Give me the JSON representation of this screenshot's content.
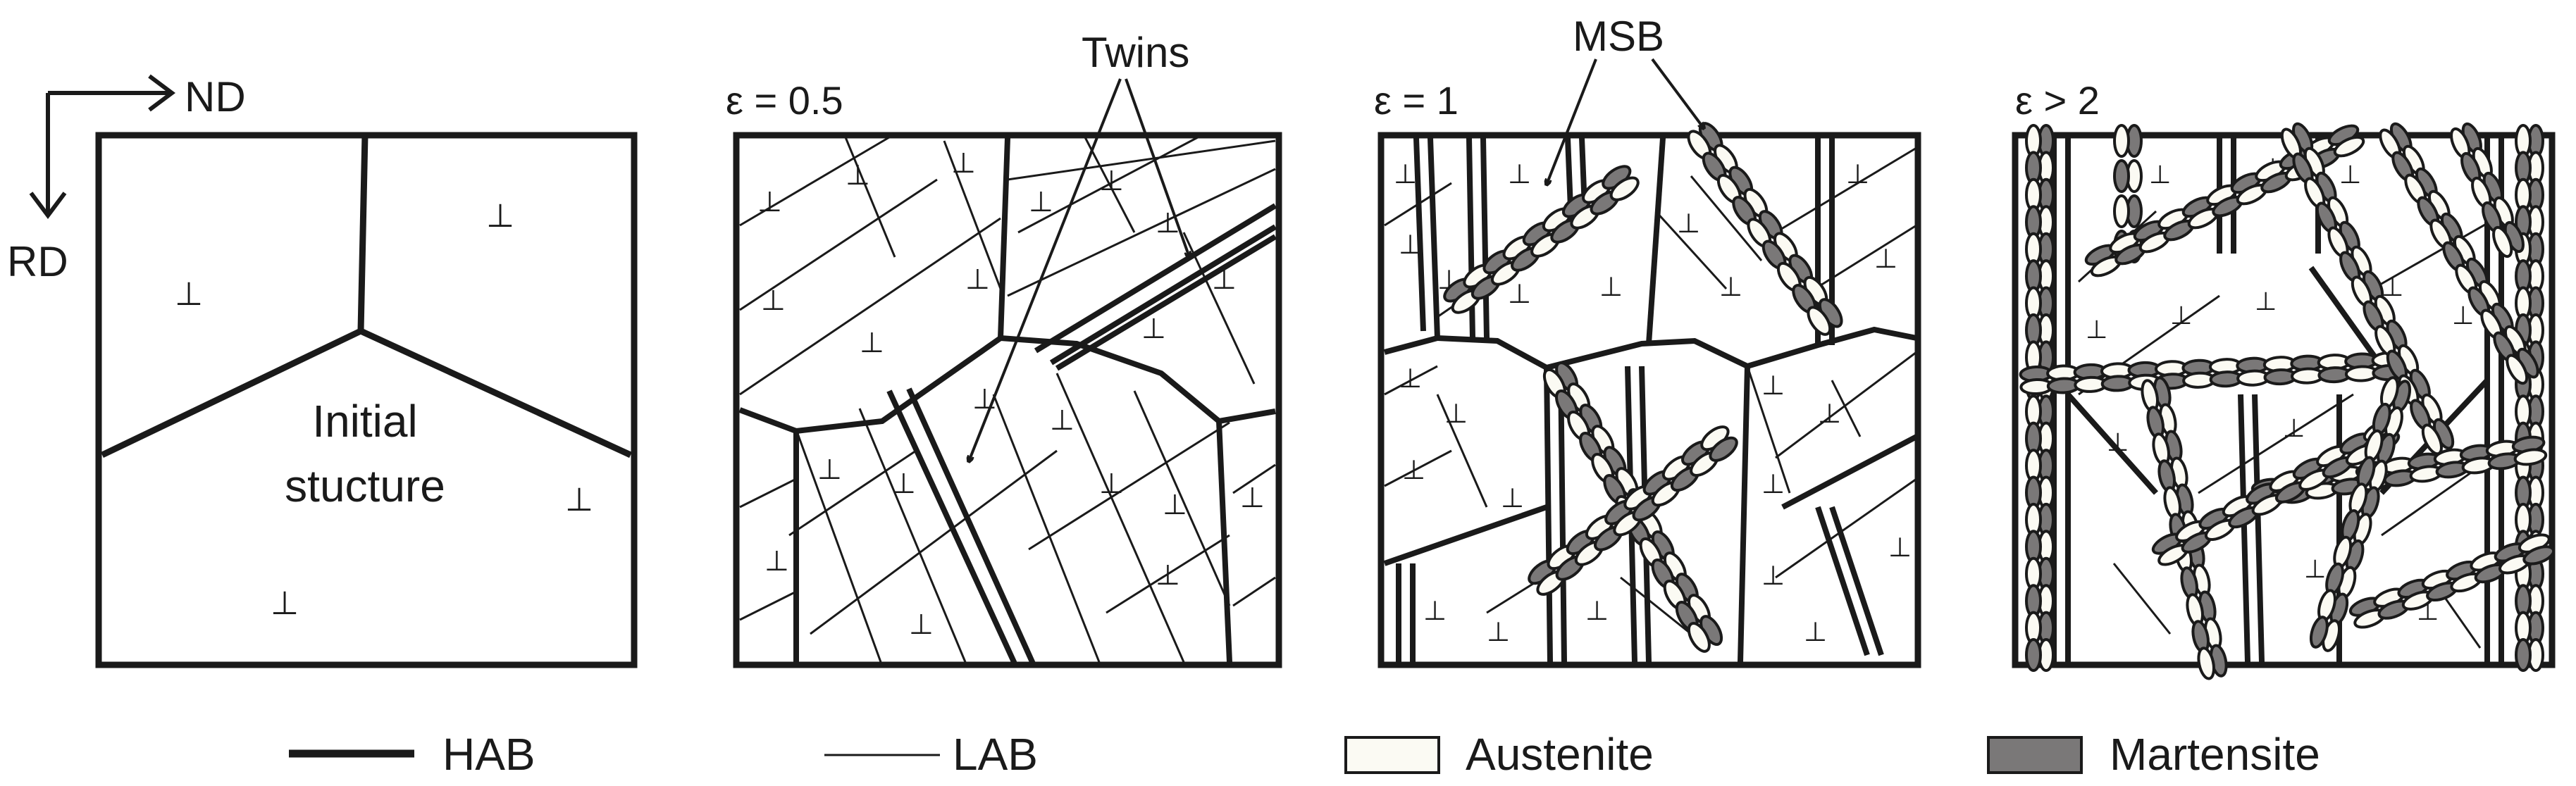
{
  "axes": {
    "horizontal_label": "ND",
    "vertical_label": "RD"
  },
  "panels": [
    {
      "strain_label": "",
      "center_label_line1": "Initial",
      "center_label_line2": "stucture"
    },
    {
      "strain_label": "ε = 0.5"
    },
    {
      "strain_label": "ε = 1"
    },
    {
      "strain_label": "ε > 2"
    }
  ],
  "annotations": {
    "twins": "Twins",
    "msb": "MSB"
  },
  "dislocation_symbol": "⊥",
  "legend": [
    {
      "key": "hab",
      "label": "HAB"
    },
    {
      "key": "lab",
      "label": "LAB"
    },
    {
      "key": "austenite",
      "label": "Austenite",
      "color": "#fbfaf3"
    },
    {
      "key": "martensite",
      "label": "Martensite",
      "color": "#7a7878"
    }
  ]
}
